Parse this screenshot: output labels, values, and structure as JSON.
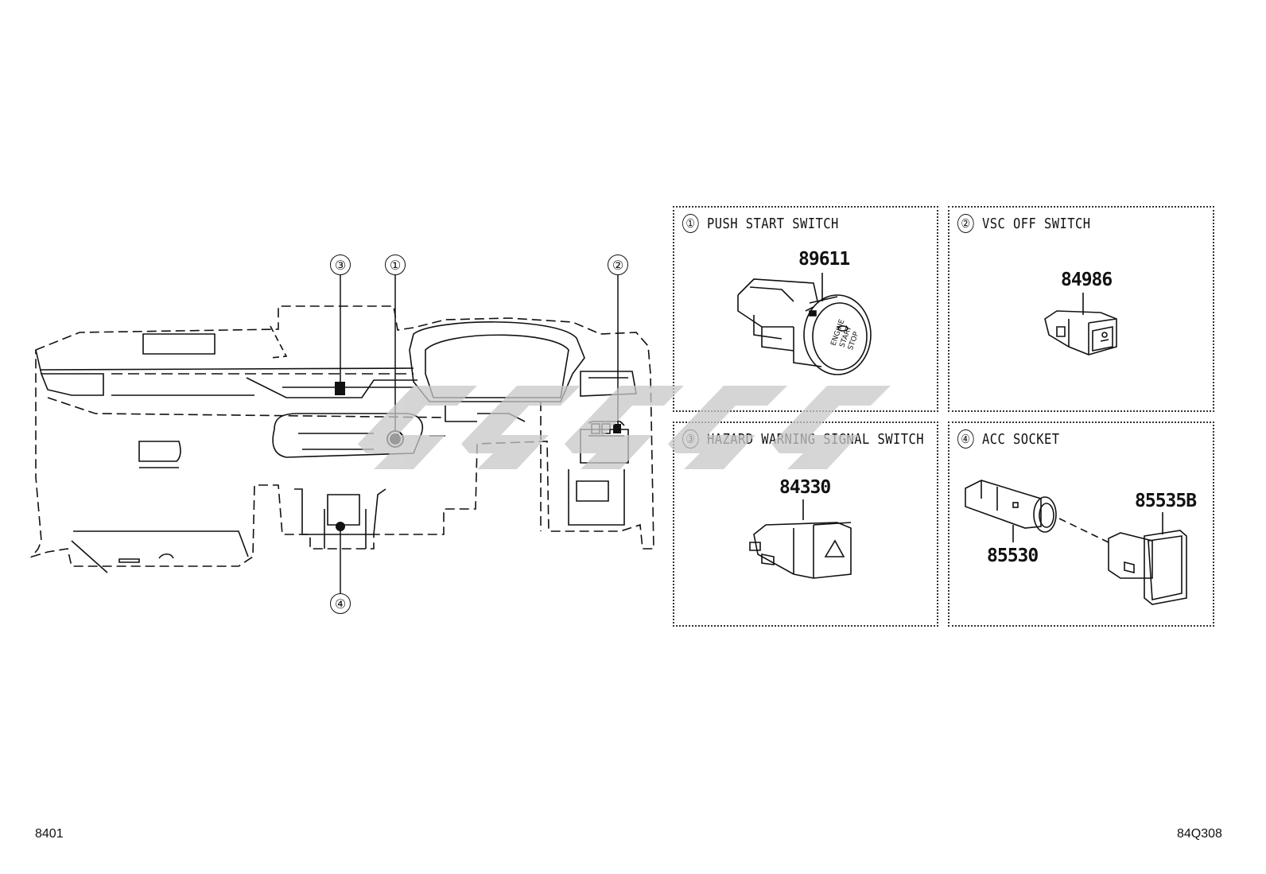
{
  "overview": {
    "callouts": [
      "③",
      "①",
      "②",
      "④"
    ]
  },
  "panels": [
    {
      "num": "①",
      "title": "PUSH START SWITCH",
      "parts": [
        "89611"
      ]
    },
    {
      "num": "②",
      "title": "VSC OFF SWITCH",
      "parts": [
        "84986"
      ]
    },
    {
      "num": "③",
      "title": "HAZARD WARNING SIGNAL SWITCH",
      "parts": [
        "84330"
      ]
    },
    {
      "num": "④",
      "title": "ACC SOCKET",
      "parts": [
        "85535B",
        "85530"
      ]
    }
  ],
  "footer": {
    "left_code": "8401",
    "right_code": "84Q308"
  },
  "colors": {
    "line": "#111111",
    "watermark": "#c8c8c8"
  }
}
